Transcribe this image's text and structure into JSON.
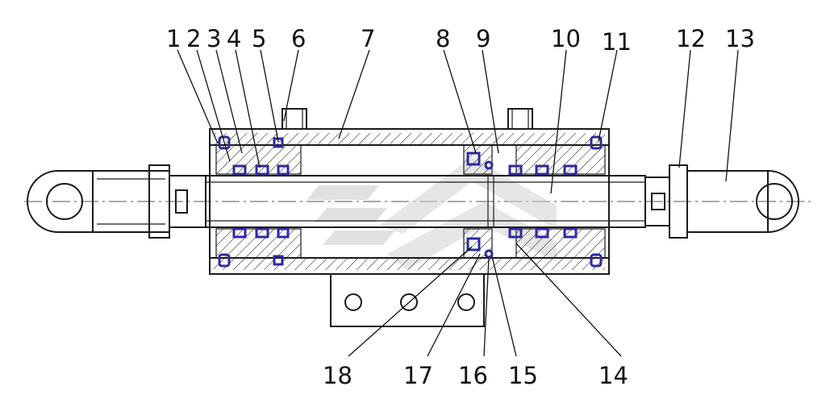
{
  "callouts": [
    {
      "id": 1,
      "text": "1"
    },
    {
      "id": 2,
      "text": "2"
    },
    {
      "id": 3,
      "text": "3"
    },
    {
      "id": 4,
      "text": "4"
    },
    {
      "id": 5,
      "text": "5"
    },
    {
      "id": 6,
      "text": "6"
    },
    {
      "id": 7,
      "text": "7"
    },
    {
      "id": 8,
      "text": "8"
    },
    {
      "id": 9,
      "text": "9"
    },
    {
      "id": 10,
      "text": "10"
    },
    {
      "id": 11,
      "text": "11"
    },
    {
      "id": 12,
      "text": "12"
    },
    {
      "id": 13,
      "text": "13"
    },
    {
      "id": 14,
      "text": "14"
    },
    {
      "id": 15,
      "text": "15"
    },
    {
      "id": 16,
      "text": "16"
    },
    {
      "id": 17,
      "text": "17"
    },
    {
      "id": 18,
      "text": "18"
    }
  ],
  "colors": {
    "line": "#1a1a1a",
    "seal": "#2d2aa0",
    "watermark": "#c9c9c9"
  }
}
